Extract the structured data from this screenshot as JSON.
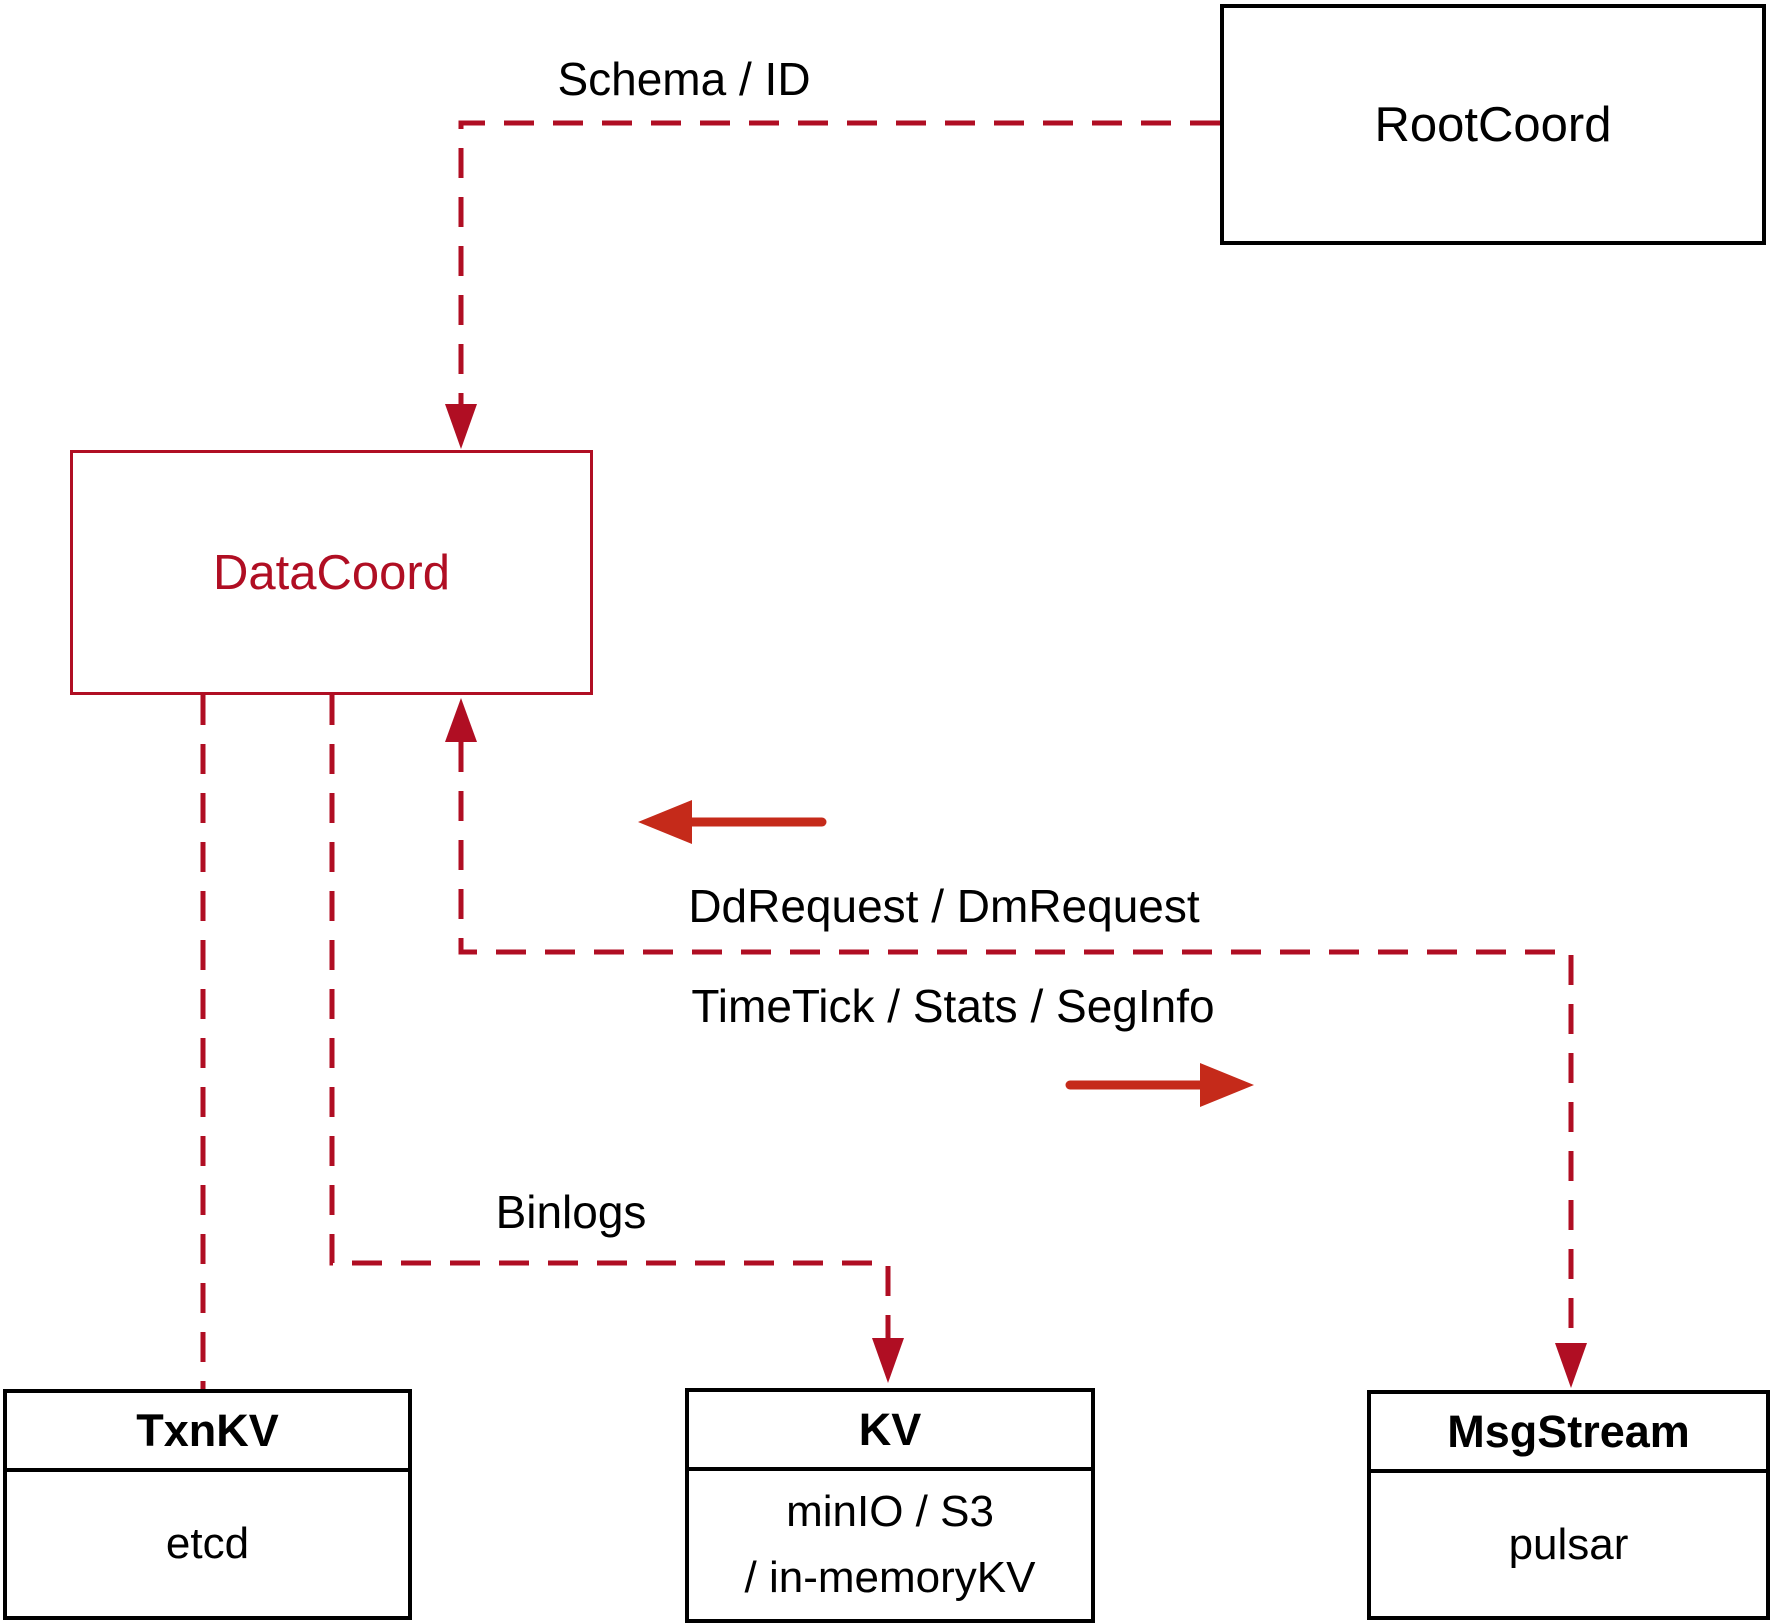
{
  "colors": {
    "crimson": "#b00e23",
    "arrow_red": "#c52a1a",
    "ink": "#000000",
    "background": "#ffffff"
  },
  "nodes": {
    "rootcoord": {
      "title": "RootCoord"
    },
    "datacoord": {
      "title": "DataCoord"
    },
    "txnkv": {
      "title": "TxnKV",
      "subtitle": "etcd"
    },
    "kv": {
      "title": "KV",
      "subtitle_line1": "minIO / S3",
      "subtitle_line2": "/ in-memoryKV"
    },
    "msgstream": {
      "title": "MsgStream",
      "subtitle": "pulsar"
    }
  },
  "edge_labels": {
    "schema_id": "Schema / ID",
    "dd_dm_request": "DdRequest / DmRequest",
    "timetick_stats_seginfo": "TimeTick / Stats / SegInfo",
    "binlogs": "Binlogs"
  },
  "edges": [
    {
      "from": "RootCoord",
      "to": "DataCoord",
      "label": "Schema / ID",
      "style": "dashed",
      "arrow": "into DataCoord top"
    },
    {
      "from": "DataCoord",
      "to": "TxnKV",
      "label": "",
      "style": "dashed",
      "arrow": "none"
    },
    {
      "from": "DataCoord",
      "to": "KV",
      "label": "Binlogs",
      "style": "dashed",
      "arrow": "into KV top"
    },
    {
      "from": "MsgStream",
      "to": "DataCoord",
      "label": "DdRequest / DmRequest",
      "style": "dashed",
      "arrow": "into DataCoord bottom",
      "flow_direction": "left"
    },
    {
      "from": "DataCoord",
      "to": "MsgStream",
      "label": "TimeTick / Stats / SegInfo",
      "style": "dashed",
      "arrow": "into MsgStream top",
      "flow_direction": "right"
    }
  ]
}
